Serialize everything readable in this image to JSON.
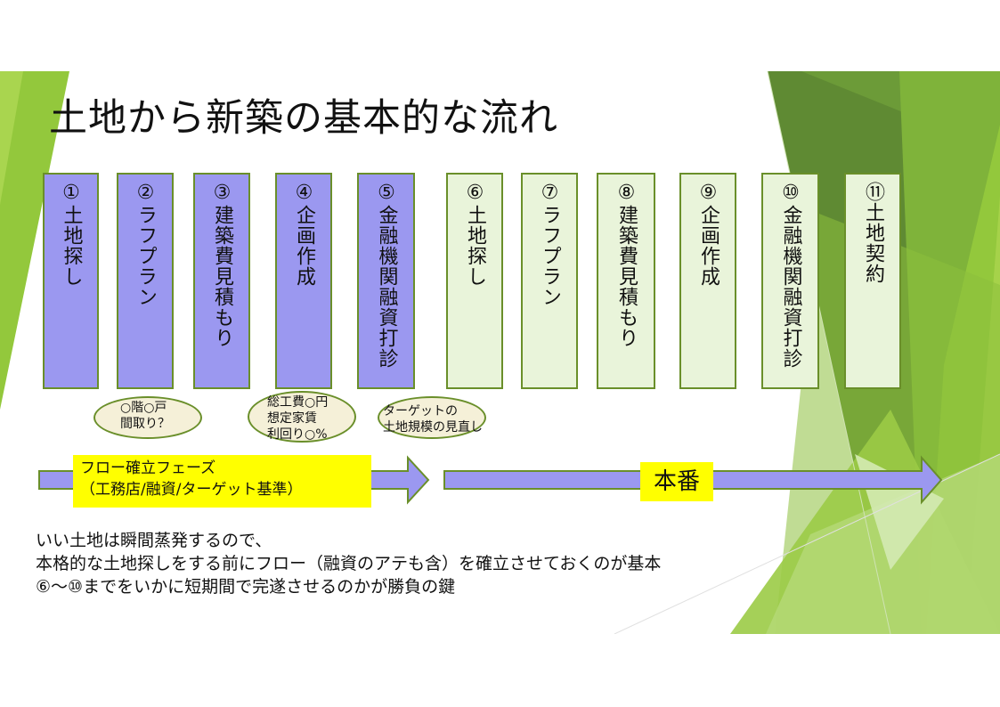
{
  "title": "土地から新築の基本的な流れ",
  "steps": [
    {
      "label": "①土地探し",
      "phase": 1
    },
    {
      "label": "②ラフプラン",
      "phase": 1
    },
    {
      "label": "③建築費見積もり",
      "phase": 1
    },
    {
      "label": "④企画作成",
      "phase": 1
    },
    {
      "label": "⑤金融機関融資打診",
      "phase": 1
    },
    {
      "label": "⑥土地探し",
      "phase": 2
    },
    {
      "label": "⑦ラフプラン",
      "phase": 2
    },
    {
      "label": "⑧建築費見積もり",
      "phase": 2
    },
    {
      "label": "⑨企画作成",
      "phase": 2
    },
    {
      "label": "⑩金融機関融資打診",
      "phase": 2
    },
    {
      "label": "⑪土地契約",
      "phase": 2
    }
  ],
  "callouts": [
    "○階○戸\n間取り？",
    "総工費○円\n想定家賃\n利回り○%",
    "ターゲットの\n土地規模の見直し"
  ],
  "phases": {
    "phase1_label": "フロー確立フェーズ\n（工務店/融資/ターゲット基準）",
    "phase2_label": "本番"
  },
  "notes": [
    "いい土地は瞬間蒸発するので、",
    "本格的な土地探しをする前にフロー（融資のアテも含）を確立させておくのが基本",
    "⑥～⑩までをいかに短期間で完遂させるのかが勝負の鍵"
  ],
  "colors": {
    "phase1_fill": "#9b98f0",
    "phase2_fill": "#e9f4da",
    "box_border": "#6a8f2a",
    "highlight": "#ffff00",
    "green_dark": "#6f9e3a",
    "green_light": "#93c83c"
  }
}
